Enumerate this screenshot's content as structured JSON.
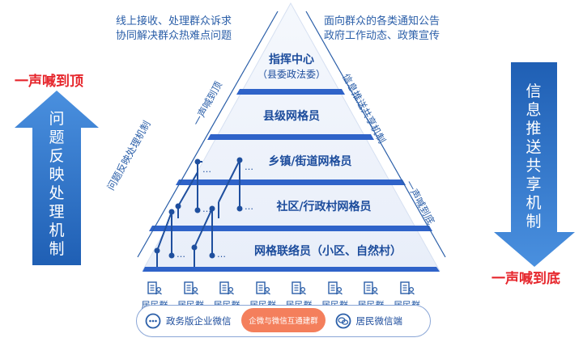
{
  "top_notes": {
    "left_line1": "线上接收、处理群众诉求",
    "left_line2": "协同解决群众热难点问题",
    "right_line1": "面向群众的各类通知公告",
    "right_line2": "政府工作动态、政策宣传"
  },
  "layers": {
    "command_title": "指挥中心",
    "command_sub": "（县委政法委）",
    "county": "县级网格员",
    "township": "乡镇/街道网格员",
    "community": "社区/行政村网格员",
    "liaison": "网格联络员（小区、自然村）"
  },
  "side_labels": {
    "left_outer": "问题反映处理机制",
    "left_inner": "一声喊到顶",
    "right_outer": "信息推送共享机制",
    "right_inner": "一声喊到底"
  },
  "left_arrow": {
    "text": "问题反映处理机制",
    "red_label": "一声喊到顶"
  },
  "right_arrow": {
    "text": "信息推送共享机制",
    "red_label": "一声喊到底"
  },
  "residents": [
    "居民群",
    "居民群",
    "居民群",
    "居民群",
    "居民群",
    "居民群",
    "居民群",
    "居民群"
  ],
  "ellipsis": "…",
  "bottom_bar": {
    "left": "政务版企业微信",
    "middle": "企微与微信互通建群",
    "right": "居民微信端"
  },
  "colors": {
    "primary_blue": "#2a5ea8",
    "band_blue": "#2f63c9",
    "arrow_blue": "#2c6fc0",
    "red": "#e6262c",
    "pill_orange": "#f47f5c"
  }
}
